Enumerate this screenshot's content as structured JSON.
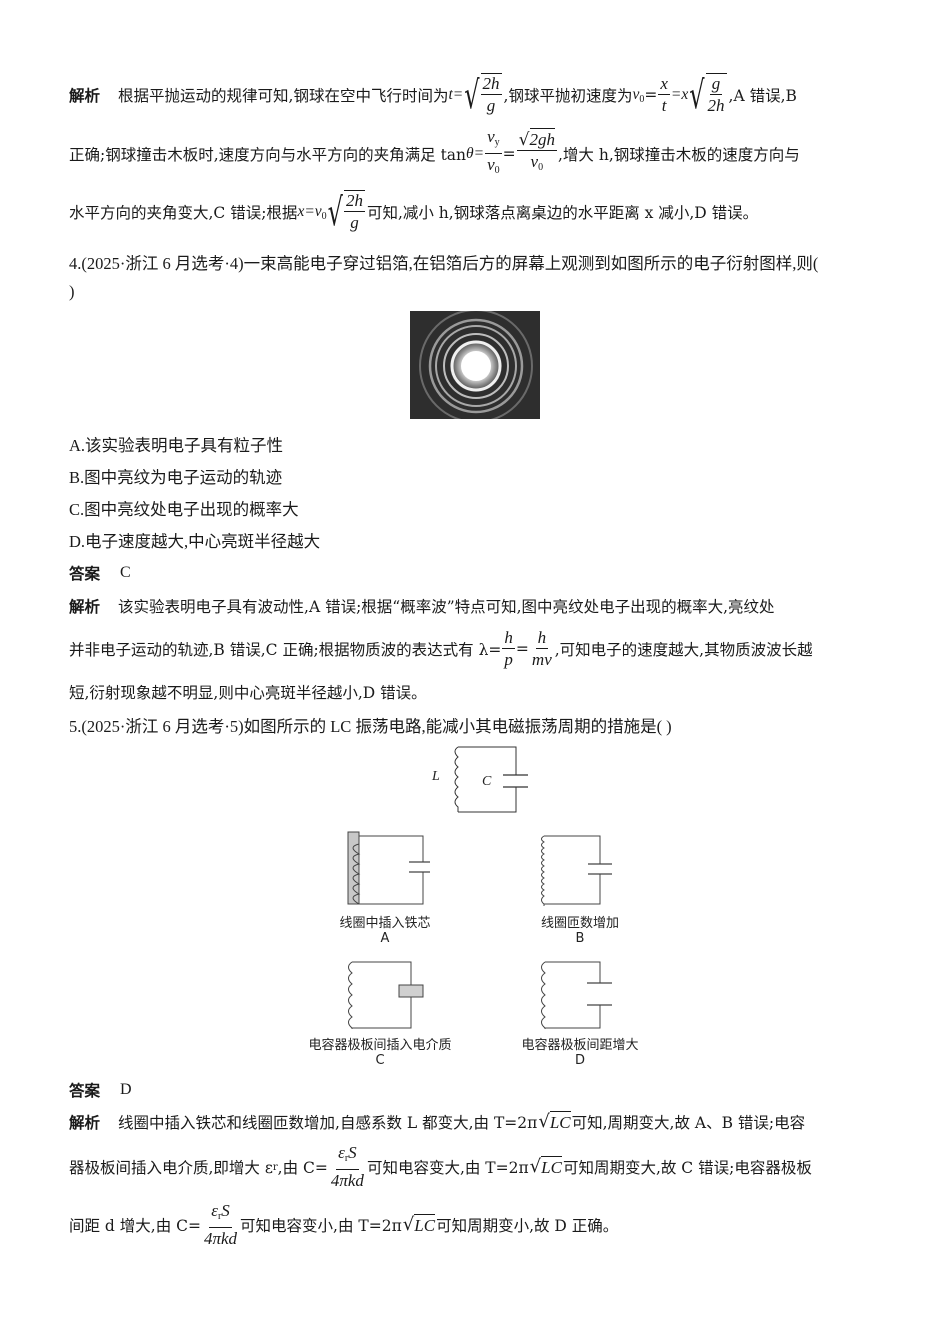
{
  "labels": {
    "analysis": "解析",
    "answer": "答案"
  },
  "q3_analysis": {
    "line1_a": "根据平抛运动的规律可知,钢球在空中飞行时间为 ",
    "line1_t": "t=",
    "line1_frac_num": "2h",
    "line1_frac_den": "g",
    "line1_b": ",钢球平抛初速度为 ",
    "line1_v0": "v",
    "line1_v0_sub": "0",
    "line1_eq": "=",
    "line1_frac2_num": "x",
    "line1_frac2_den": "t",
    "line1_eqx": "=x",
    "line1_frac3_num": "g",
    "line1_frac3_den": "2h",
    "line1_c": ",A 错误,B",
    "line2_a": "正确;钢球撞击木板时,速度方向与水平方向的夹角满足 tan ",
    "line2_theta": "θ=",
    "line2_frac_num": "v",
    "line2_frac_num_sub": "y",
    "line2_frac_den": "v",
    "line2_frac_den_sub": "0",
    "line2_eq": "=",
    "line2_frac2_num": "2gh",
    "line2_frac2_den": "v",
    "line2_frac2_den_sub": "0",
    "line2_b": ",增大 h,钢球撞击木板的速度方向与",
    "line3_a": "水平方向的夹角变大,C 错误;根据 ",
    "line3_x": "x=v",
    "line3_x_sub": "0",
    "line3_frac_num": "2h",
    "line3_frac_den": "g",
    "line3_b": "可知,减小 h,钢球落点离桌边的水平距离 x 减小,D 错误。"
  },
  "q4": {
    "stem_line1": "4.(2025·浙江 6 月选考·4)一束高能电子穿过铝箔,在铝箔后方的屏幕上观测到如图所示的电子衍射图样,则(",
    "stem_line2": ")",
    "figure_alt": "electron diffraction rings",
    "options": [
      "A.该实验表明电子具有粒子性",
      "B.图中亮纹为电子运动的轨迹",
      "C.图中亮纹处电子出现的概率大",
      "D.电子速度越大,中心亮斑半径越大"
    ],
    "answer": "C",
    "analysis_line1": "该实验表明电子具有波动性,A 错误;根据“概率波”特点可知,图中亮纹处电子出现的概率大,亮纹处",
    "analysis_line2_a": "并非电子运动的轨迹,B 错误,C 正确;根据物质波的表达式有 λ=",
    "analysis_line2_frac1_num": "h",
    "analysis_line2_frac1_den": "p",
    "analysis_line2_eq": "=",
    "analysis_line2_frac2_num": "h",
    "analysis_line2_frac2_den": "mv",
    "analysis_line2_b": ",可知电子的速度越大,其物质波波长越",
    "analysis_line3": "短,衍射现象越不明显,则中心亮斑半径越小,D 错误。"
  },
  "q5": {
    "stem": "5.(2025·浙江 6 月选考·5)如图所示的 LC 振荡电路,能减小其电磁振荡周期的措施是(        )",
    "main_circuit": {
      "inductor_label": "L",
      "capacitor_label": "C"
    },
    "figures": [
      {
        "caption": "线圈中插入铁芯",
        "letter": "A"
      },
      {
        "caption": "线圈匝数增加",
        "letter": "B"
      },
      {
        "caption": "电容器极板间插入电介质",
        "letter": "C"
      },
      {
        "caption": "电容器极板间距增大",
        "letter": "D"
      }
    ],
    "answer": "D",
    "analysis_line1_a": "线圈中插入铁芯和线圈匝数增加,自感系数 L 都变大,由 T=2π",
    "analysis_line1_sqrt": "LC",
    "analysis_line1_b": "可知,周期变大,故 A、B 错误;电容",
    "analysis_line2_a": "器极板间插入电介质,即增大 ε",
    "analysis_line2_a_sub": "r",
    "analysis_line2_b": ",由 C=",
    "analysis_line2_frac_num": "ε",
    "analysis_line2_frac_num_sub": "r",
    "analysis_line2_frac_num_tail": "S",
    "analysis_line2_frac_den": "4πkd",
    "analysis_line2_c": "可知电容变大,由 T=2π",
    "analysis_line2_sqrt": "LC",
    "analysis_line2_d": "可知周期变大,故 C 错误;电容器极板",
    "analysis_line3_a": "间距 d 增大,由 C=",
    "analysis_line3_frac_num": "ε",
    "analysis_line3_frac_num_sub": "r",
    "analysis_line3_frac_num_tail": "S",
    "analysis_line3_frac_den": "4πkd",
    "analysis_line3_b": "可知电容变小,由 T=2π",
    "analysis_line3_sqrt": "LC",
    "analysis_line3_c": "可知周期变小,故 D 正确。"
  }
}
